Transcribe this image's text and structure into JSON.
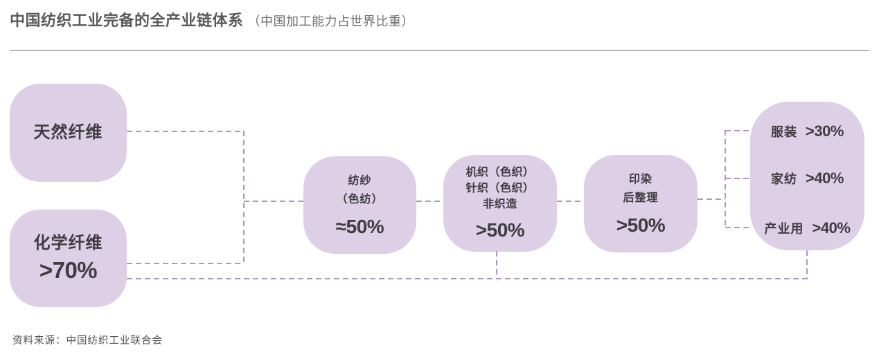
{
  "header": {
    "title": "中国纺织工业完备的全产业链体系",
    "subtitle": "（中国加工能力占世界比重）"
  },
  "colors": {
    "box_fill": "#ddcfe6",
    "connector_dash": "#b493c3",
    "title_text": "#58595b",
    "box_text": "#3e3d40",
    "divider": "#b2b3b5"
  },
  "nodes": {
    "natural_fiber": {
      "label": "天然纤维"
    },
    "chemical_fiber": {
      "label": "化学纤维",
      "value": ">70%"
    },
    "spinning": {
      "line1": "纺纱",
      "line2": "（色纺）",
      "value": "≈50%"
    },
    "weaving": {
      "line1": "机织（色织）",
      "line2": "针织（色织）",
      "line3": "非织造",
      "value": ">50%"
    },
    "dyeing_finishing": {
      "line1": "印染",
      "line2": "后整理",
      "value": ">50%"
    },
    "end_use": {
      "rows": [
        {
          "label": "服装",
          "value": ">30%"
        },
        {
          "label": "家纺",
          "value": ">40%"
        },
        {
          "label": "产业用",
          "value": ">40%"
        }
      ]
    }
  },
  "source": "资料来源：中国纺织工业联合会"
}
